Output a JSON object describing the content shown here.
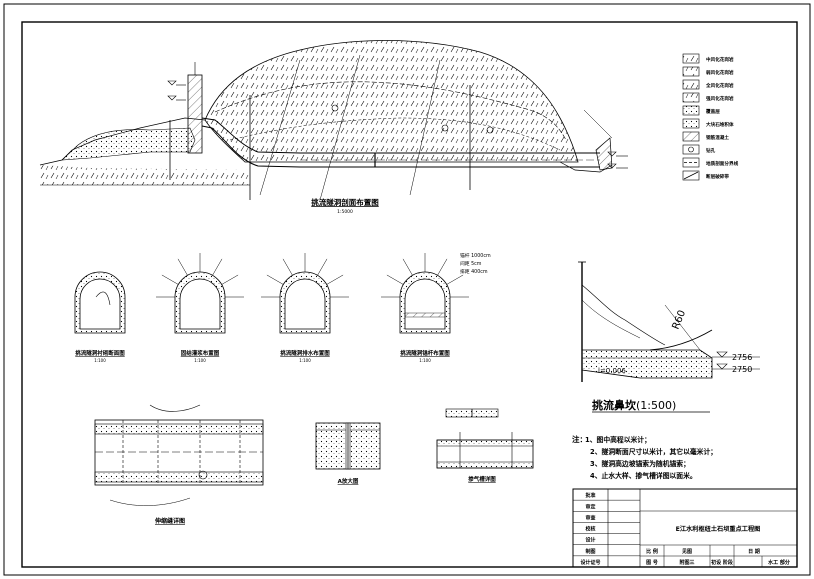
{
  "drawing": {
    "main_section_title": "挑流隧洞剖面布置图",
    "main_section_scale": "1:5000",
    "flip_bucket_title": "挑流鼻坎",
    "flip_bucket_scale": "(1:500)",
    "flip_bucket_radius": "R60",
    "flip_bucket_slope": "i=0.006",
    "flip_bucket_elev_upper": "2756",
    "flip_bucket_elev_lower": "2750"
  },
  "legend": [
    {
      "label": "中风化花岗岩"
    },
    {
      "label": "弱风化花岗岩"
    },
    {
      "label": "全风化花岗岩"
    },
    {
      "label": "强风化花岗岩"
    },
    {
      "label": "覆盖层"
    },
    {
      "label": "大块石堆积体"
    },
    {
      "label": "钢筋混凝土"
    },
    {
      "label": "钻孔"
    },
    {
      "label": "地质剖面分界线"
    },
    {
      "label": "断层破碎带"
    }
  ],
  "sections": [
    {
      "title": "挑流隧洞衬砌断面图",
      "scale": "1:100"
    },
    {
      "title": "固结灌浆布置图",
      "scale": "1:100"
    },
    {
      "title": "挑流隧洞排水布置图",
      "scale": "1:100"
    },
    {
      "title": "挑流隧洞锚杆布置图",
      "scale": "1:100"
    }
  ],
  "anchor_notes": [
    "锚杆 1000cm",
    "间距 5cm",
    "排距 400cm"
  ],
  "plan_titles": {
    "joint_plan": "伸缩缝详图",
    "a_detail": "A放大图",
    "aerator_detail": "掺气槽详图"
  },
  "notes": {
    "heading": "注：",
    "items": [
      "1、图中高程以米计；",
      "2、隧洞断面尺寸以米计，其它以毫米计；",
      "3、隧洞高边坡锚索为随机锚索；",
      "4、止水大样、掺气槽详图以面米。"
    ]
  },
  "title_block": {
    "roles": [
      "批准",
      "审定",
      "审查",
      "校核",
      "设计",
      "制图",
      "设计证号"
    ],
    "project_title": "E江水利枢纽土石坝重点工程图",
    "scale_label": "比 例",
    "scale_value": "见图",
    "date_label": "日 期",
    "sheet_label": "图 号",
    "sheet_value": "附图三",
    "stage": "初设 阶段",
    "discipline": "水工 部分"
  },
  "colors": {
    "line": "#000000",
    "paper": "#ffffff"
  }
}
